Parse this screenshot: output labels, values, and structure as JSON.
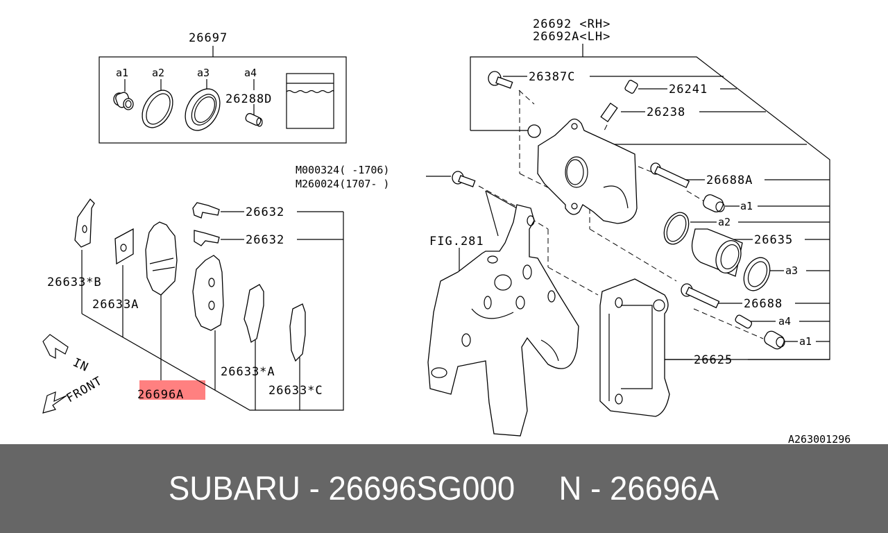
{
  "diagram": {
    "figure_id": "A263001296",
    "highlight_color": "#ff8080",
    "highlighted_part": "26696A",
    "labels": {
      "kit": "26697",
      "kit_a1": "a1",
      "kit_a2": "a2",
      "kit_a3": "a3",
      "kit_a4": "a4",
      "grease": "26288D",
      "caliper_rh": "26692 <RH>",
      "caliper_lh": "26692A<LH>",
      "bolt": "26387C",
      "bleeder_cap": "26241",
      "bleeder_screw": "26238",
      "pin_a": "26688A",
      "boot_a1_upper": "a1",
      "seal_a2": "a2",
      "piston": "26635",
      "boot_a3": "a3",
      "pin": "26688",
      "sleeve_a4": "a4",
      "boot_a1_lower": "a1",
      "support": "26625",
      "bolt_m1": "M000324( -1706)",
      "bolt_m2": "M260024(1707- )",
      "fig_ref": "FIG.281",
      "clip_1": "26632",
      "clip_2": "26632",
      "shim_b": "26633*B",
      "shim_a_inner": "26633A",
      "pad": "26696A",
      "shim_star_a": "26633*A",
      "shim_star_c": "26633*C",
      "direction_in": "IN",
      "direction_front": "FRONT"
    }
  },
  "footer": {
    "text": "SUBARU - 26696SG000     N - 26696A",
    "background": "#666666",
    "color": "#ffffff"
  }
}
